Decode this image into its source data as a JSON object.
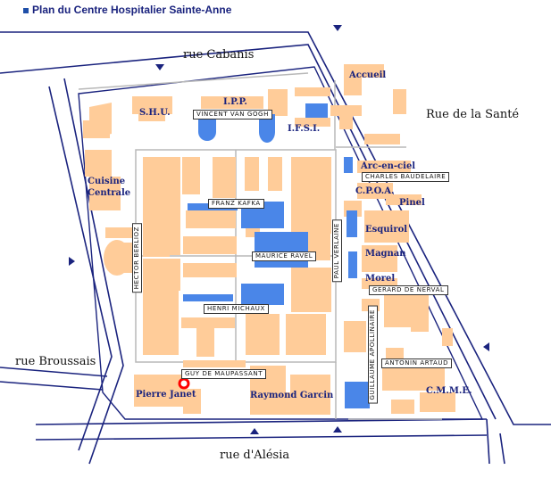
{
  "title": "Plan du Centre Hospitalier Sainte-Anne",
  "streets": {
    "north": "rue Cabanis",
    "east": "Rue de la Santé",
    "west": "rue Broussais",
    "south": "rue d'Alésia"
  },
  "buildings": {
    "accueil": "Accueil",
    "shu": "S.H.U.",
    "ipp": "I.P.P.",
    "ifsi": "I.F.S.I.",
    "cuisine_line1": "Cuisine",
    "cuisine_line2": "Centrale",
    "arc_en_ciel": "Arc-en-ciel",
    "cpoa": "C.P.O.A.",
    "pinel": "Pinel",
    "esquirol": "Esquirol",
    "magnan": "Magnan",
    "morel": "Morel",
    "pierre_janet": "Pierre Janet",
    "raymond_garcin": "Raymond Garcin",
    "cmme": "C.M.M.E."
  },
  "pavilions": {
    "vincent_van_gogh": "VINCENT VAN GOGH",
    "charles_baudelaire": "CHARLES BAUDELAIRE",
    "franz_kafka": "FRANZ KAFKA",
    "hector_berlioz": "HECTOR BERLIOZ",
    "maurice_ravel": "MAURICE RAVEL",
    "paul_verlaine": "PAUL VERLAINE",
    "gerard_de_nerval": "GERARD DE NERVAL",
    "henri_michaux": "HENRI MICHAUX",
    "guillaume_apollinaire": "GUILLAUME APOLLINAIRE",
    "antonin_artaud": "ANTONIN ARTAUD",
    "guy_de_maupassant": "GUY DE MAUPASSANT"
  },
  "colors": {
    "building": "#ffcc99",
    "water": "#4a86e8",
    "street_line": "#1a237e",
    "path_line": "#b8b8b8",
    "marker": "#ff0000"
  },
  "icons": [
    "entrance-arrow-icon",
    "location-marker-icon",
    "title-bullet-icon"
  ]
}
